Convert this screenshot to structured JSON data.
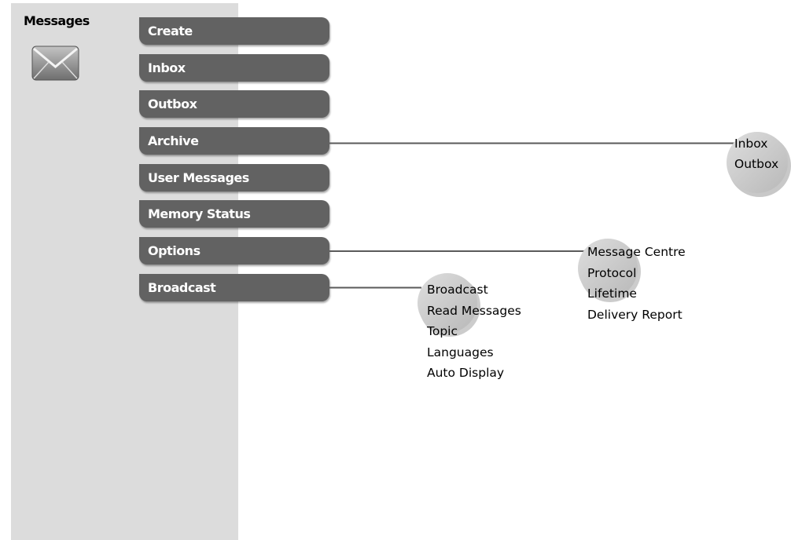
{
  "app": {
    "title": "Messages",
    "icon": "envelope-icon"
  },
  "menu": {
    "items": [
      {
        "label": "Create"
      },
      {
        "label": "Inbox"
      },
      {
        "label": "Outbox"
      },
      {
        "label": "Archive"
      },
      {
        "label": "User Messages"
      },
      {
        "label": "Memory Status"
      },
      {
        "label": "Options"
      },
      {
        "label": "Broadcast"
      }
    ]
  },
  "submenus": {
    "archive": {
      "items": [
        "Inbox",
        "Outbox"
      ]
    },
    "options": {
      "items": [
        "Message Centre",
        "Protocol",
        "Lifetime",
        "Delivery Report"
      ]
    },
    "broadcast": {
      "items": [
        "Broadcast",
        "Read Messages",
        "Topic",
        "Languages",
        "Auto Display"
      ]
    }
  },
  "colors": {
    "panel": "#dcdcdc",
    "menu_item": "#626262",
    "menu_text": "#ffffff",
    "connector": "#5a5a5a",
    "bubble": "#c8c8c8"
  }
}
